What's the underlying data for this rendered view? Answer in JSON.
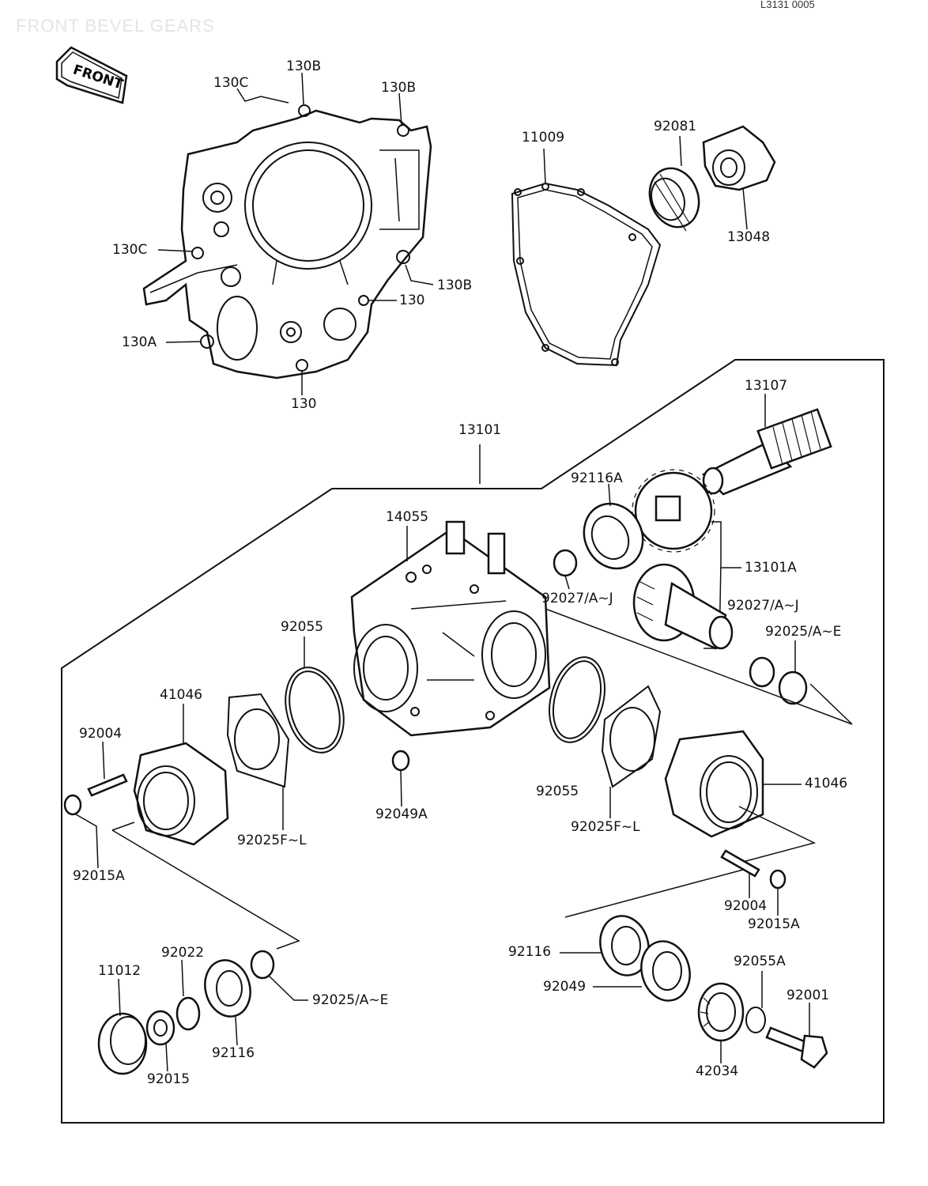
{
  "header": {
    "title": "FRONT BEVEL GEARS",
    "code": "L3131 0005"
  },
  "front_arrow": {
    "label": "FRONT"
  },
  "callouts": {
    "c130B_top": "130B",
    "c130C_top": "130C",
    "c130B_right": "130B",
    "c130C_left": "130C",
    "c130B_lower": "130B",
    "c130_right": "130",
    "c130A": "130A",
    "c130_bottom": "130",
    "c11009": "11009",
    "c92081": "92081",
    "c13048": "13048",
    "c13107": "13107",
    "c13101": "13101",
    "c92116A": "92116A",
    "c14055": "14055",
    "c13101A": "13101A",
    "c92027_left": "92027/A~J",
    "c92027_right": "92027/A~J",
    "c92025AE_right": "92025/A~E",
    "c92055_top": "92055",
    "c41046_left": "41046",
    "c92004_left": "92004",
    "c92015A_left": "92015A",
    "c92025FL_left": "92025F~L",
    "c92049A": "92049A",
    "c92055_mid": "92055",
    "c92025FL_right": "92025F~L",
    "c41046_right": "41046",
    "c92004_right": "92004",
    "c92015A_right": "92015A",
    "c92116_right": "92116",
    "c92049": "92049",
    "c92055A": "92055A",
    "c92001": "92001",
    "c42034": "42034",
    "c11012": "11012",
    "c92022": "92022",
    "c92025AE_left": "92025/A~E",
    "c92116_left": "92116",
    "c92015": "92015"
  }
}
